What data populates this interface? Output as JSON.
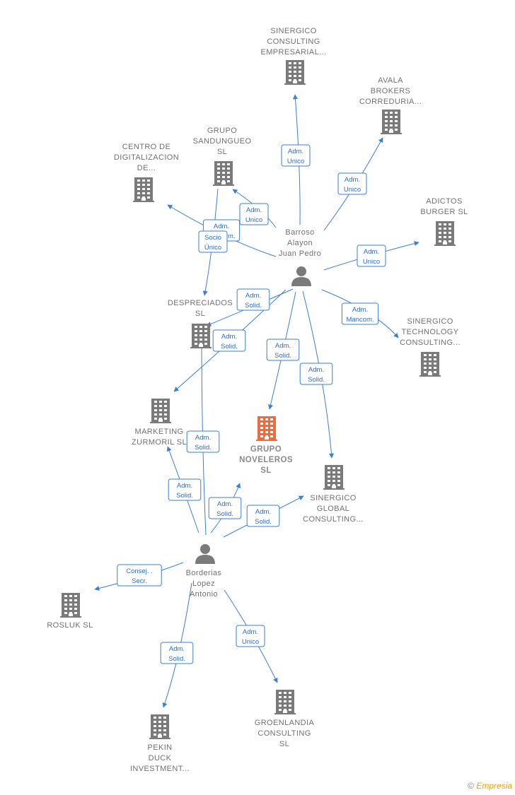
{
  "colors": {
    "edge": "#3a7fd5",
    "building": "#7a7a7a",
    "building_main": "#f26a3a",
    "person": "#7a7a7a"
  },
  "nodes": [
    {
      "id": "sinergico-empresarial",
      "type": "company",
      "label": [
        "SINERGICO",
        "CONSULTING",
        "EMPRESARIAL..."
      ]
    },
    {
      "id": "avala-brokers",
      "type": "company",
      "label": [
        "AVALA",
        "BROKERS",
        "CORREDURIA..."
      ]
    },
    {
      "id": "grupo-sandungueo",
      "type": "company",
      "label": [
        "GRUPO",
        "SANDUNGUEO",
        "SL"
      ]
    },
    {
      "id": "centro-digitalizacion",
      "type": "company",
      "label": [
        "CENTRO DE",
        "DIGITALIZACION",
        "DE..."
      ]
    },
    {
      "id": "adictos-burger",
      "type": "company",
      "label": [
        "ADICTOS",
        "BURGER  SL"
      ]
    },
    {
      "id": "barroso",
      "type": "person",
      "label": [
        "Barroso",
        "Alayon",
        "Juan Pedro"
      ]
    },
    {
      "id": "despreciados",
      "type": "company",
      "label": [
        "DESPRECIADOS",
        "SL"
      ]
    },
    {
      "id": "sinergico-technology",
      "type": "company",
      "label": [
        "SINERGICO",
        "TECHNOLOGY",
        "CONSULTING..."
      ]
    },
    {
      "id": "marketing-zurmoril",
      "type": "company",
      "label": [
        "MARKETING",
        "ZURMORIL  SL"
      ]
    },
    {
      "id": "grupo-noveleros",
      "type": "company-main",
      "label": [
        "GRUPO",
        "NOVELEROS",
        "SL"
      ]
    },
    {
      "id": "sinergico-global",
      "type": "company",
      "label": [
        "SINERGICO",
        "GLOBAL",
        "CONSULTING..."
      ]
    },
    {
      "id": "borderias",
      "type": "person",
      "label": [
        "Borderias",
        "Lopez",
        "Antonio"
      ]
    },
    {
      "id": "rosluk",
      "type": "company",
      "label": [
        "ROSLUK  SL"
      ]
    },
    {
      "id": "pekin-duck",
      "type": "company",
      "label": [
        "PEKIN",
        "DUCK",
        "INVESTMENT..."
      ]
    },
    {
      "id": "groenlandia",
      "type": "company",
      "label": [
        "GROENLANDIA",
        "CONSULTING",
        "SL"
      ]
    }
  ],
  "edges": [
    {
      "from": "barroso",
      "to": "sinergico-empresarial",
      "label": [
        "Adm.",
        "Unico"
      ]
    },
    {
      "from": "barroso",
      "to": "avala-brokers",
      "label": [
        "Adm.",
        "Unico"
      ]
    },
    {
      "from": "barroso",
      "to": "grupo-sandungueo",
      "label": [
        "Adm.",
        "Unico"
      ]
    },
    {
      "from": "barroso",
      "to": "centro-digitalizacion",
      "label": [
        "Adm.",
        "Mancom."
      ]
    },
    {
      "from": "barroso",
      "to": "adictos-burger",
      "label": [
        "Adm.",
        "Unico"
      ]
    },
    {
      "from": "grupo-sandungueo",
      "to": "despreciados",
      "label": [
        "Socio",
        "Único"
      ]
    },
    {
      "from": "barroso",
      "to": "despreciados",
      "label": [
        "Adm.",
        "Solid."
      ]
    },
    {
      "from": "barroso",
      "to": "sinergico-technology",
      "label": [
        "Adm.",
        "Mancom."
      ]
    },
    {
      "from": "barroso",
      "to": "marketing-zurmoril",
      "label": [
        "Adm.",
        "Solid."
      ]
    },
    {
      "from": "barroso",
      "to": "grupo-noveleros",
      "label": [
        "Adm.",
        "Solid."
      ]
    },
    {
      "from": "barroso",
      "to": "sinergico-global",
      "label": [
        "Adm.",
        "Solid."
      ]
    },
    {
      "from": "borderias",
      "to": "despreciados",
      "label": [
        "Adm.",
        "Solid."
      ]
    },
    {
      "from": "borderias",
      "to": "marketing-zurmoril",
      "label": [
        "Adm.",
        "Solid."
      ]
    },
    {
      "from": "borderias",
      "to": "grupo-noveleros",
      "label": [
        "Adm.",
        "Solid."
      ]
    },
    {
      "from": "borderias",
      "to": "sinergico-global",
      "label": [
        "Adm.",
        "Solid."
      ]
    },
    {
      "from": "borderias",
      "to": "rosluk",
      "label": [
        "Consej. .",
        "Secr."
      ]
    },
    {
      "from": "borderias",
      "to": "pekin-duck",
      "label": [
        "Adm.",
        "Solid."
      ]
    },
    {
      "from": "borderias",
      "to": "groenlandia",
      "label": [
        "Adm.",
        "Unico"
      ]
    }
  ],
  "watermark": {
    "symbol": "©",
    "brand": "Empresia"
  }
}
